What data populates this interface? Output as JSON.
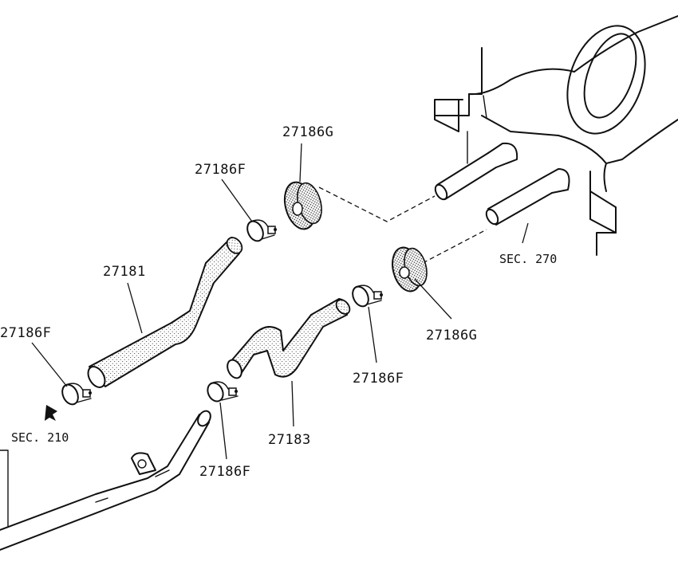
{
  "labels": {
    "hose_upper": "27181",
    "hose_lower": "27183",
    "clamp_left": "27186F",
    "clamp_upper": "27186F",
    "clamp_mid": "27186F",
    "clamp_bottom": "27186F",
    "grommet_upper": "27186G",
    "grommet_lower": "27186G",
    "sec_210": "SEC. 210",
    "sec_270": "SEC. 270"
  }
}
